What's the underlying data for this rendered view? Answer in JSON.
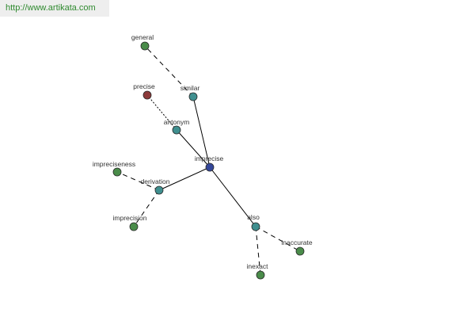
{
  "source": {
    "url": "http://www.artikata.com"
  },
  "colors": {
    "center": "#34479a",
    "relation": "#3f8f8f",
    "word": "#4a8c4a",
    "antonym_word": "#8c3a3a",
    "edge": "#000000",
    "label": "#333333",
    "node_stroke": "#2a2a2a"
  },
  "graph": {
    "nodes": [
      {
        "id": "imprecise",
        "label": "imprecise",
        "kind": "center"
      },
      {
        "id": "similar",
        "label": "similar",
        "kind": "relation"
      },
      {
        "id": "antonym",
        "label": "antonym",
        "kind": "relation"
      },
      {
        "id": "derivation",
        "label": "derivation",
        "kind": "relation"
      },
      {
        "id": "also",
        "label": "also",
        "kind": "relation"
      },
      {
        "id": "general",
        "label": "general",
        "kind": "word"
      },
      {
        "id": "precise",
        "label": "precise",
        "kind": "antonym_word"
      },
      {
        "id": "impreciseness",
        "label": "impreciseness",
        "kind": "word"
      },
      {
        "id": "imprecision",
        "label": "imprecision",
        "kind": "word"
      },
      {
        "id": "inaccurate",
        "label": "inaccurate",
        "kind": "word"
      },
      {
        "id": "inexact",
        "label": "inexact",
        "kind": "word"
      }
    ],
    "edges": [
      {
        "from": "imprecise",
        "to": "similar",
        "style": "solid"
      },
      {
        "from": "imprecise",
        "to": "antonym",
        "style": "solid"
      },
      {
        "from": "imprecise",
        "to": "derivation",
        "style": "solid"
      },
      {
        "from": "imprecise",
        "to": "also",
        "style": "solid"
      },
      {
        "from": "similar",
        "to": "general",
        "style": "dashed"
      },
      {
        "from": "antonym",
        "to": "precise",
        "style": "dotted"
      },
      {
        "from": "derivation",
        "to": "impreciseness",
        "style": "dashed"
      },
      {
        "from": "derivation",
        "to": "imprecision",
        "style": "dashed"
      },
      {
        "from": "also",
        "to": "inaccurate",
        "style": "dashed"
      },
      {
        "from": "also",
        "to": "inexact",
        "style": "dashed"
      }
    ]
  }
}
